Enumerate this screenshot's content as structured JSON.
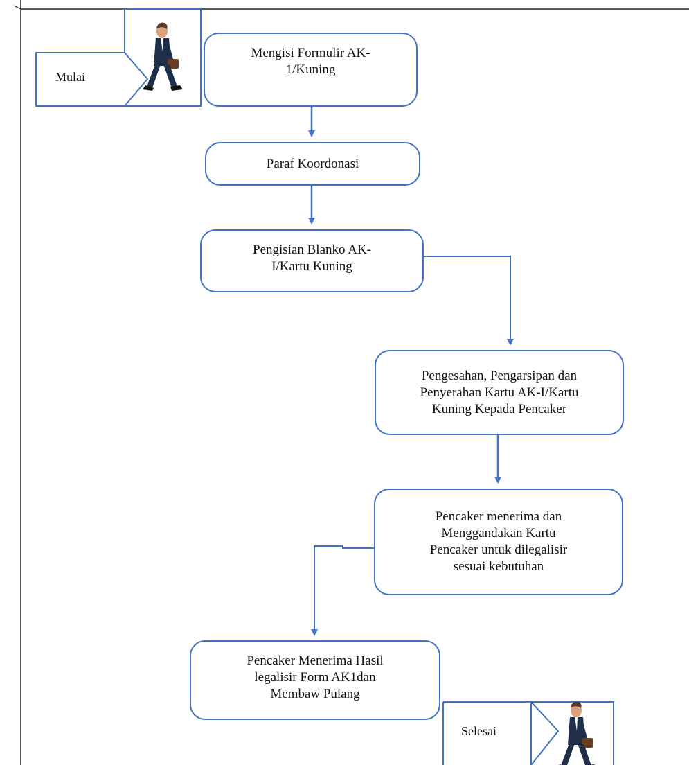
{
  "terminals": {
    "start_label": "Mulai",
    "end_label": "Selesai",
    "person_icon": "walking-businessman-icon"
  },
  "steps": [
    {
      "id": "step1",
      "text": "Mengisi Formulir AK-\n1/Kuning"
    },
    {
      "id": "step2",
      "text": "Paraf Koordonasi"
    },
    {
      "id": "step3",
      "text": "Pengisian Blanko AK-\nI/Kartu Kuning"
    },
    {
      "id": "step4",
      "text": "Pengesahan, Pengarsipan dan\nPenyerahan Kartu AK-I/Kartu\nKuning Kepada Pencaker"
    },
    {
      "id": "step5",
      "text": "Pencaker menerima dan\nMenggandakan Kartu\nPencaker untuk dilegalisir\nsesuai kebutuhan"
    },
    {
      "id": "step6",
      "text": "Pencaker Menerima Hasil\nlegalisir Form AK1dan\nMembaw Pulang"
    }
  ],
  "colors": {
    "box_border": "#4472c4",
    "arrow": "#4472c4",
    "frame": "#222222"
  }
}
